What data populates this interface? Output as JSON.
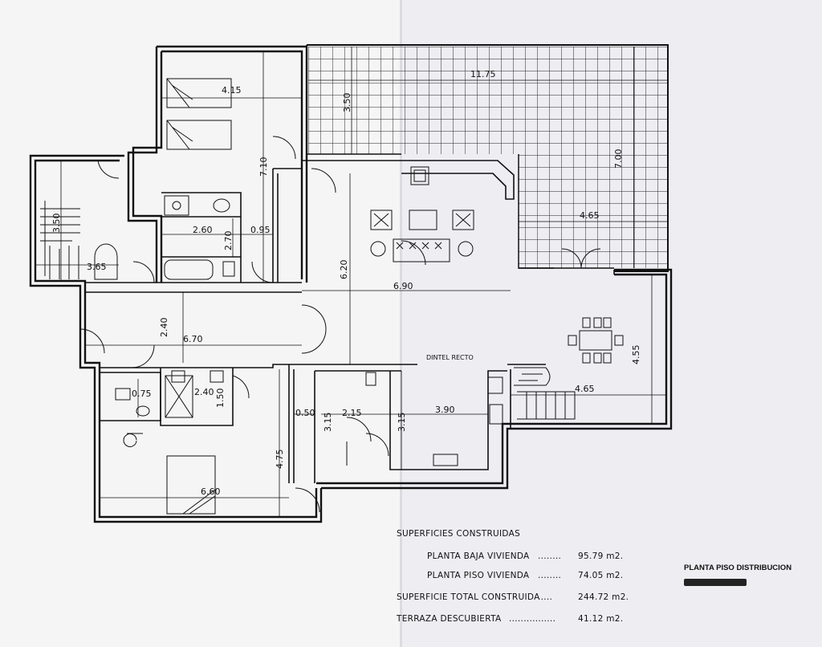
{
  "dimensions": {
    "bedroom_top_width": "4.15",
    "bedroom_top_height": "7.10",
    "terrace_width": "11.75",
    "terrace_depth": "3.50",
    "terrace_right_height": "7.00",
    "terrace_inner_width": "4.65",
    "stair_left_height": "3.50",
    "stair_left_width": "3.65",
    "bath_top_width": "2.60",
    "bath_top_depth": "2.70",
    "hall_top_small": "0.95",
    "living_height": "6.20",
    "living_width": "6.90",
    "corridor_height": "2.40",
    "corridor_width": "6.70",
    "dining_height": "4.55",
    "dining_width": "4.65",
    "dintel": "DINTEL RECTO",
    "bath_bottom_small": "0.75",
    "bath_bottom_small_b": "1.50",
    "bath_bottom_width": "2.40",
    "closet_depth": "0.50",
    "kitchen_hall_height": "3.15",
    "kitchen_hall_width": "2.15",
    "kitchen_height": "3.15",
    "kitchen_width": "3.90",
    "master_height": "4.75",
    "master_width": "6.60"
  },
  "summary": {
    "heading": "SUPERFICIES CONSTRUIDAS",
    "rows": [
      {
        "label": "PLANTA BAJA VIVIENDA",
        "dots": "........",
        "value": "95.79 m2."
      },
      {
        "label": "PLANTA PISO VIVIENDA",
        "dots": "........",
        "value": "74.05 m2."
      },
      {
        "label": "SUPERFICIE TOTAL CONSTRUIDA",
        "dots": ".....",
        "value": "244.72 m2."
      },
      {
        "label": "TERRAZA DESCUBIERTA",
        "dots": "................",
        "value": "41.12 m2."
      }
    ]
  },
  "title_block": {
    "title": "PLANTA PISO DISTRIBUCION"
  }
}
